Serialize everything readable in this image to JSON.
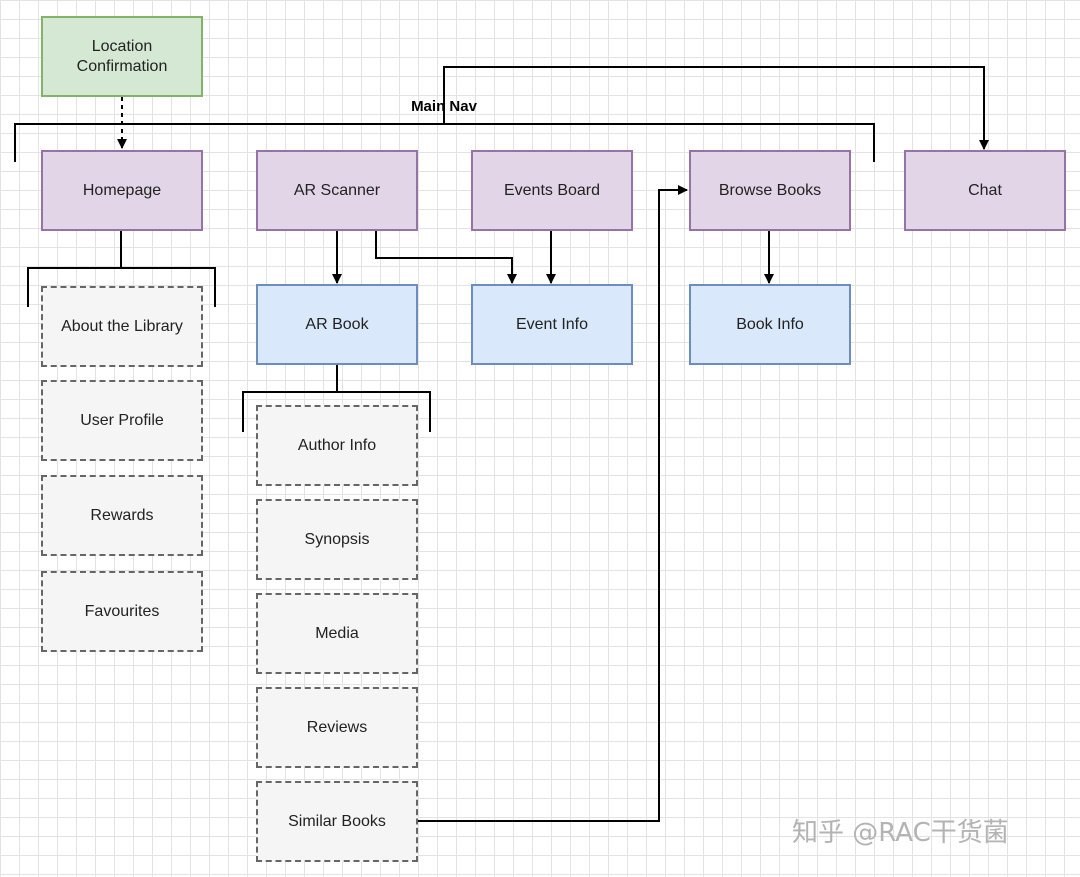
{
  "main_nav_label": "Main Nav",
  "nodes": {
    "location_confirmation": "Location Confirmation",
    "homepage": "Homepage",
    "ar_scanner": "AR Scanner",
    "events_board": "Events Board",
    "browse_books": "Browse Books",
    "chat": "Chat",
    "ar_book": "AR Book",
    "event_info": "Event Info",
    "book_info": "Book Info",
    "about_library": "About the Library",
    "user_profile": "User Profile",
    "rewards": "Rewards",
    "favourites": "Favourites",
    "author_info": "Author Info",
    "synopsis": "Synopsis",
    "media": "Media",
    "reviews": "Reviews",
    "similar_books": "Similar Books"
  },
  "watermark": "知乎 @RAC干货菌",
  "colors": {
    "start_fill": "#d5e8d4",
    "start_stroke": "#82b366",
    "nav_fill": "#e1d5e7",
    "nav_stroke": "#9673a6",
    "detail_fill": "#dae8fc",
    "detail_stroke": "#6c8ebf",
    "sub_fill": "#f5f5f5",
    "sub_stroke": "#666666"
  }
}
